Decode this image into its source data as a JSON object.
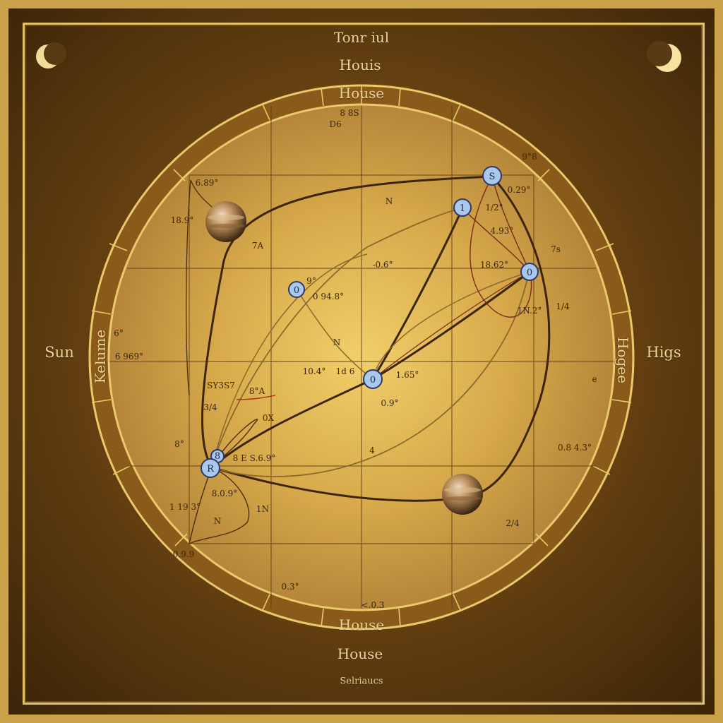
{
  "top_labels": {
    "line1": "Tonr iul",
    "line2": "Houis"
  },
  "bottom_labels": {
    "line1": "House",
    "line2": "Selriaucs"
  },
  "ring_labels": {
    "top": "House",
    "bottom": "House",
    "left": "Kelume",
    "right": "Hogee"
  },
  "side_labels": {
    "left": "Sun",
    "right": "Higs"
  },
  "node_labels": [
    "S",
    "1",
    "0",
    "0",
    "8",
    "R",
    "0"
  ],
  "chart_annotations": [
    "8 8S",
    "D6",
    "9°8",
    "0.29°",
    "6.89°",
    "18.9°",
    "7A",
    "N",
    "1/2°",
    "4.93°",
    "-0.6°",
    "18.62°",
    "7s",
    "0 94.8°",
    "1N.2°",
    "1/4",
    "9°",
    "6 969°",
    "N",
    "10.4°",
    "1d 6",
    "1.65°",
    "SY3S7",
    "8°A",
    "6°",
    "0.9°",
    "0X",
    "3/4",
    "4",
    "8°",
    "0.8 4.3°",
    "8 E S.6.9°",
    "8.0.9°",
    "1 19 3°",
    "1N",
    "N",
    "0.9.9",
    "2/4",
    "0.3°",
    "<.0.3",
    "e"
  ]
}
